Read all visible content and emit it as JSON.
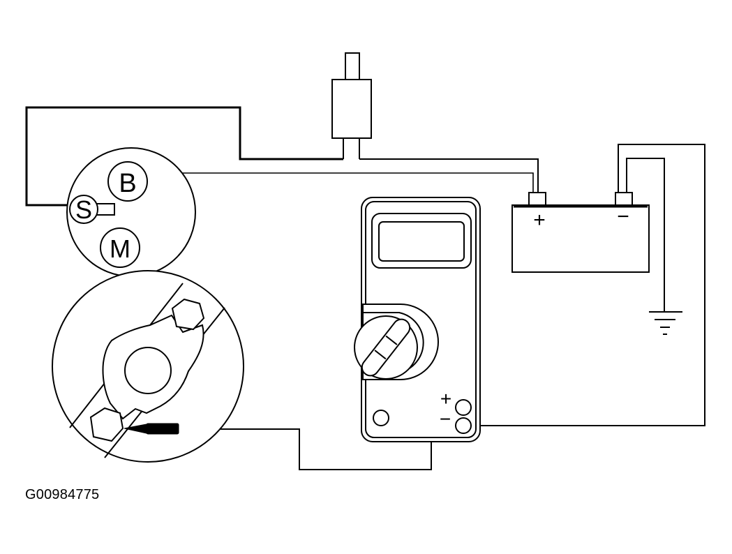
{
  "diagram": {
    "starter_terminals": {
      "b": "B",
      "s": "S",
      "m": "M"
    },
    "battery": {
      "positive": "+",
      "negative": "−"
    },
    "meter_terminals": {
      "positive": "+",
      "negative": "−"
    },
    "figure_id": "G00984775"
  }
}
